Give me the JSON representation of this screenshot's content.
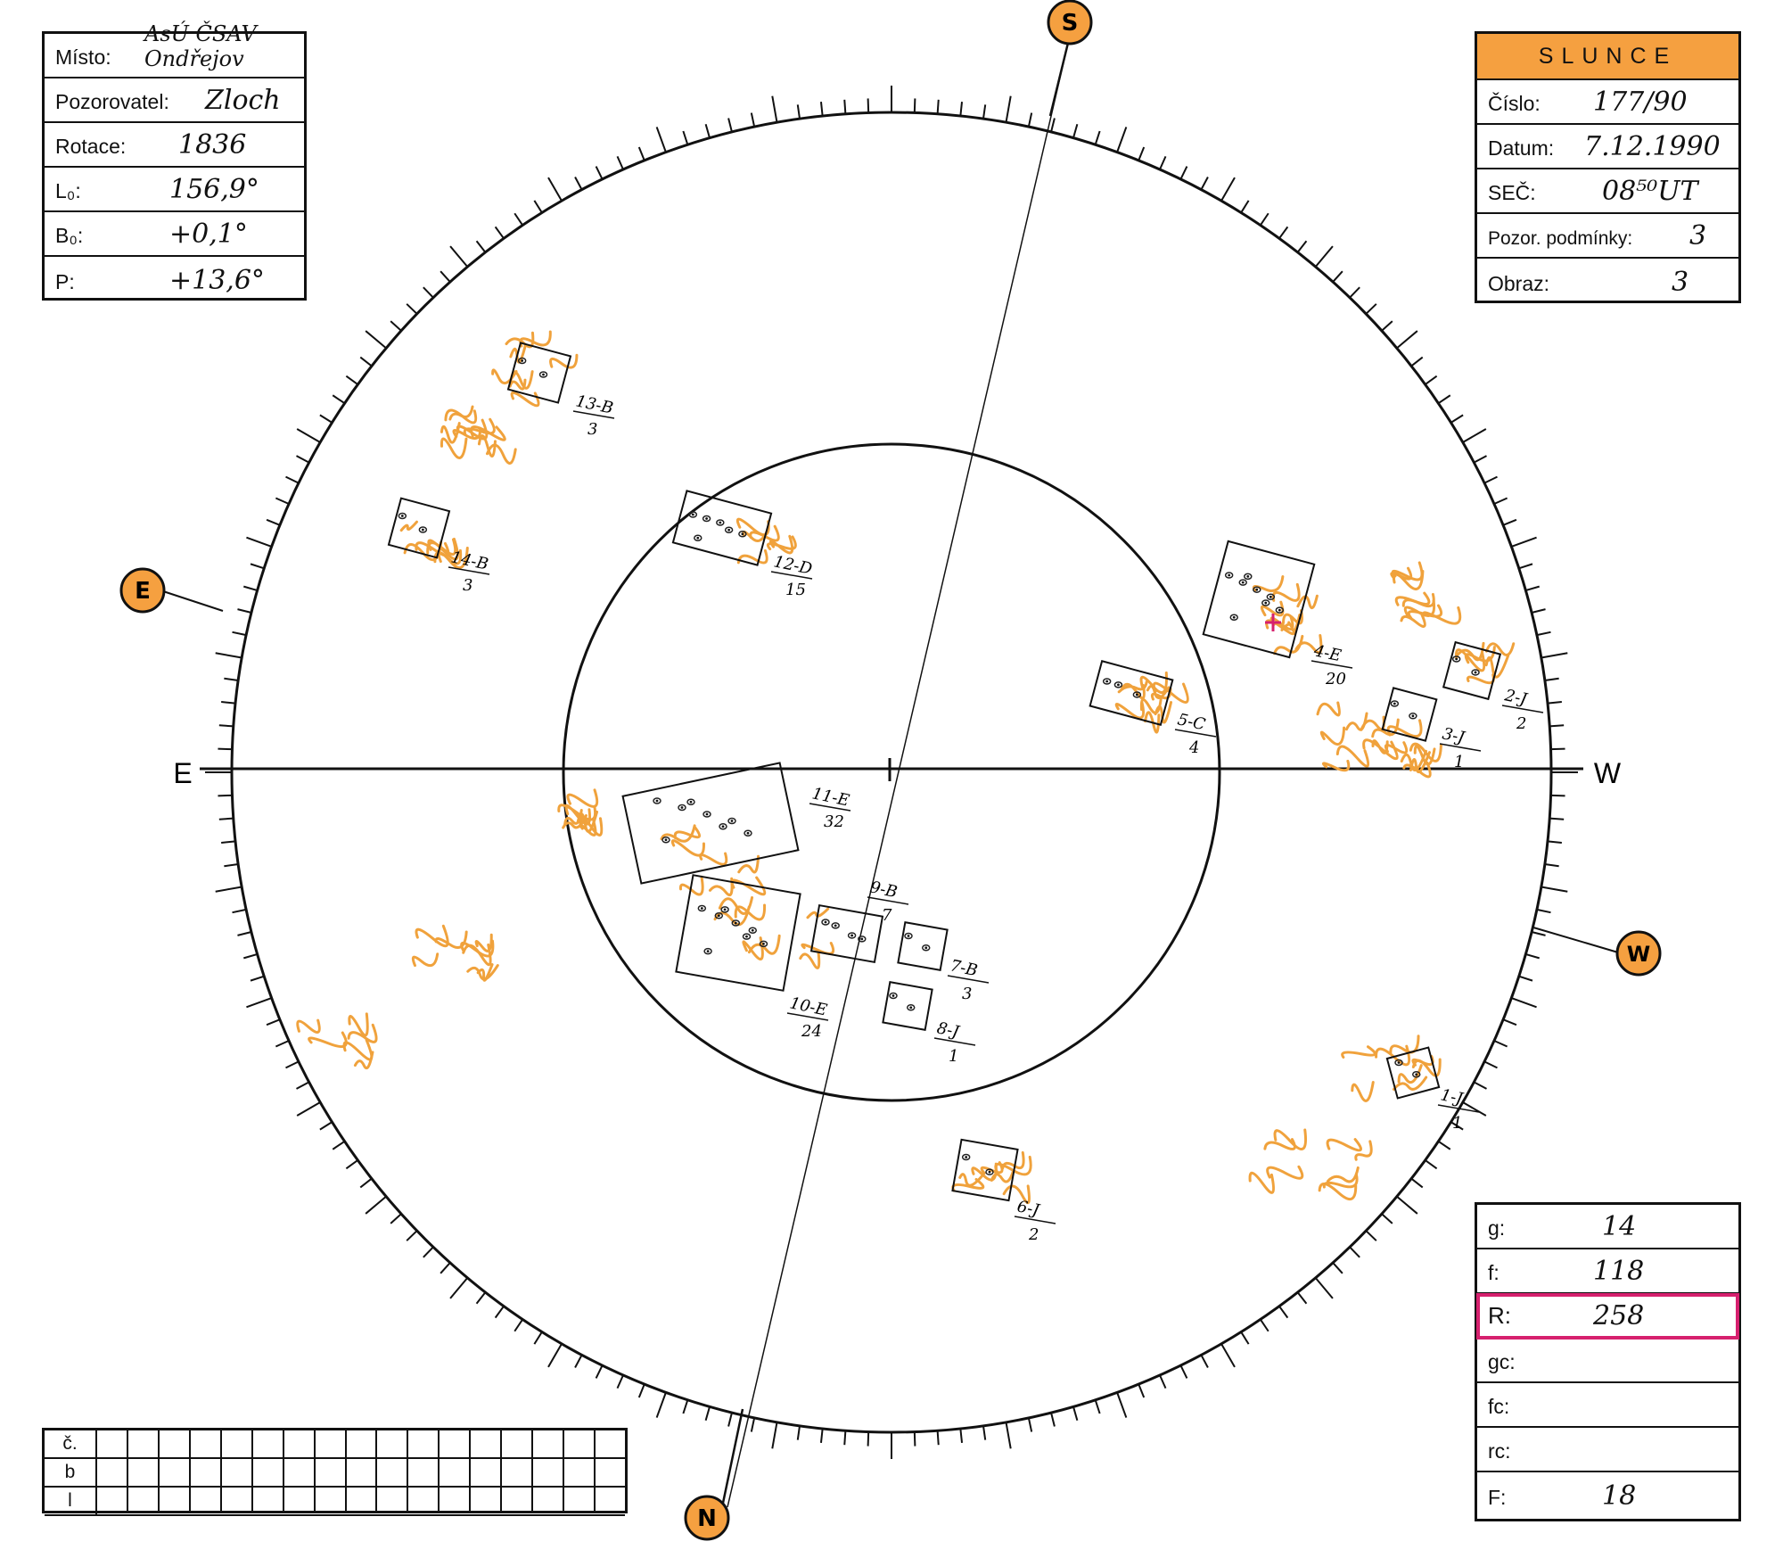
{
  "left_box": {
    "rows": [
      {
        "key": "Místo:",
        "value": "AsÚ ČSAV Ondřejov"
      },
      {
        "key": "Pozorovatel:",
        "value": "Zloch"
      },
      {
        "key": "Rotace:",
        "value": "1836"
      },
      {
        "key": "L₀:",
        "value": "156,9°"
      },
      {
        "key": "B₀:",
        "value": "+0,1°"
      },
      {
        "key": "P:",
        "value": "+13,6°"
      }
    ]
  },
  "right_box": {
    "title": "SLUNCE",
    "rows": [
      {
        "key": "Číslo:",
        "value": "177/90"
      },
      {
        "key": "Datum:",
        "value": "7.12.1990"
      },
      {
        "key": "SEČ:",
        "value": "08⁵⁰UT"
      },
      {
        "key": "Pozor. podmínky:",
        "value": "3"
      },
      {
        "key": "Obraz:",
        "value": "3"
      }
    ]
  },
  "stats_box": {
    "rows": [
      {
        "key": "g:",
        "value": "14"
      },
      {
        "key": "f:",
        "value": "118"
      },
      {
        "key": "R:",
        "value": "258"
      },
      {
        "key": "gc:",
        "value": ""
      },
      {
        "key": "fc:",
        "value": ""
      },
      {
        "key": "rc:",
        "value": ""
      },
      {
        "key": "F:",
        "value": "18"
      }
    ]
  },
  "cbl_table": {
    "rows": [
      "č.",
      "b",
      "l"
    ],
    "columns": 17
  },
  "compass": {
    "S": "S",
    "N": "N",
    "E_marker": "E",
    "W_marker": "W",
    "E_axis": "E",
    "W_axis": "W"
  },
  "colors": {
    "accent_orange": "#f5a040",
    "facula_orange": "#f0a23c",
    "highlight_pink": "#d6206e",
    "ink": "#111111"
  },
  "groups": [
    {
      "id": "13-B",
      "count": "3"
    },
    {
      "id": "14-B",
      "count": "3"
    },
    {
      "id": "12-D",
      "count": "15"
    },
    {
      "id": "4-E",
      "count": "20"
    },
    {
      "id": "2-J",
      "count": "2"
    },
    {
      "id": "3-J",
      "count": "1"
    },
    {
      "id": "5-C",
      "count": "4"
    },
    {
      "id": "11-E",
      "count": "32"
    },
    {
      "id": "10-E",
      "count": "24"
    },
    {
      "id": "9-B",
      "count": "7"
    },
    {
      "id": "7-B",
      "count": "3"
    },
    {
      "id": "8-J",
      "count": "1"
    },
    {
      "id": "1-J",
      "count": "1"
    },
    {
      "id": "6-J",
      "count": "2"
    }
  ]
}
